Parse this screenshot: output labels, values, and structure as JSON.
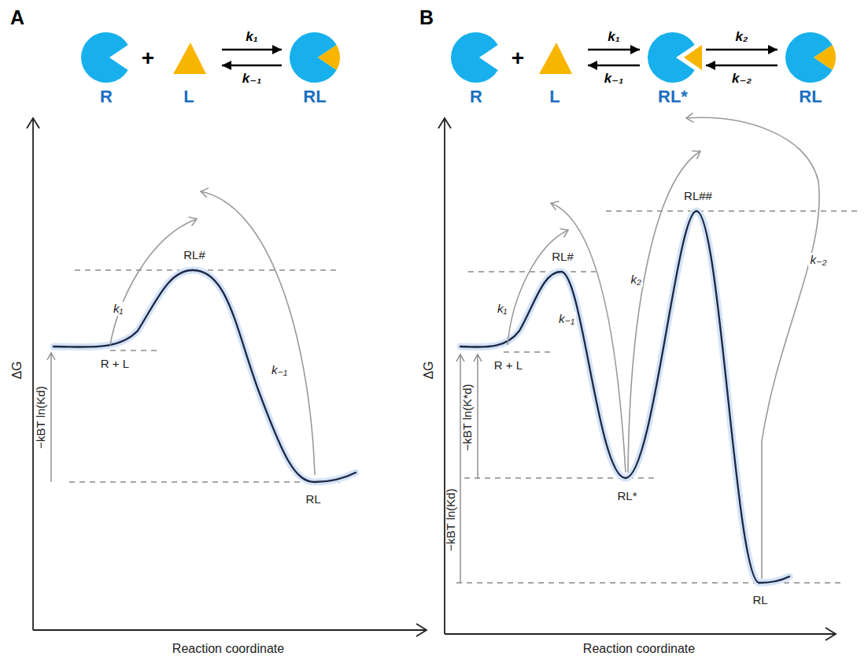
{
  "diagram": {
    "nodes": [
      {
        "text": [
          "R"
        ]
      },
      {
        "text": [
          "L"
        ]
      },
      {
        "text": [
          "RL"
        ]
      },
      {
        "text": [
          "R"
        ]
      },
      {
        "text": [
          "L"
        ]
      },
      {
        "text": [
          "RL*"
        ]
      },
      {
        "text": [
          "RL"
        ]
      }
    ],
    "edges": [
      {
        "from": 1,
        "to": 2,
        "arrow": "to",
        "label": "k₁"
      },
      {
        "from": 2,
        "to": 1,
        "arrow": "to",
        "label": "k₋₁"
      },
      {
        "from": 4,
        "to": 5,
        "arrow": "to",
        "label": "k₁"
      },
      {
        "from": 5,
        "to": 4,
        "arrow": "to",
        "label": "k₋₁"
      },
      {
        "from": 5,
        "to": 6,
        "arrow": "to",
        "label": "k₂"
      },
      {
        "from": 6,
        "to": 5,
        "arrow": "to",
        "label": "k₋₂"
      }
    ],
    "labels": [
      "A",
      "B",
      "+",
      "+",
      "ΔG",
      "ΔG",
      "Reaction coordinate",
      "Reaction coordinate",
      "RL#",
      "R + L",
      "RL",
      "k₁",
      "k₋₁",
      "−kBT ln(Kd)",
      "RL#",
      "R + L",
      "RL*",
      "RL##",
      "RL",
      "k₁",
      "k₋₁",
      "k₂",
      "k₋₂",
      "−kBT ln(K*d)",
      "−kBT ln(Kd)"
    ]
  }
}
